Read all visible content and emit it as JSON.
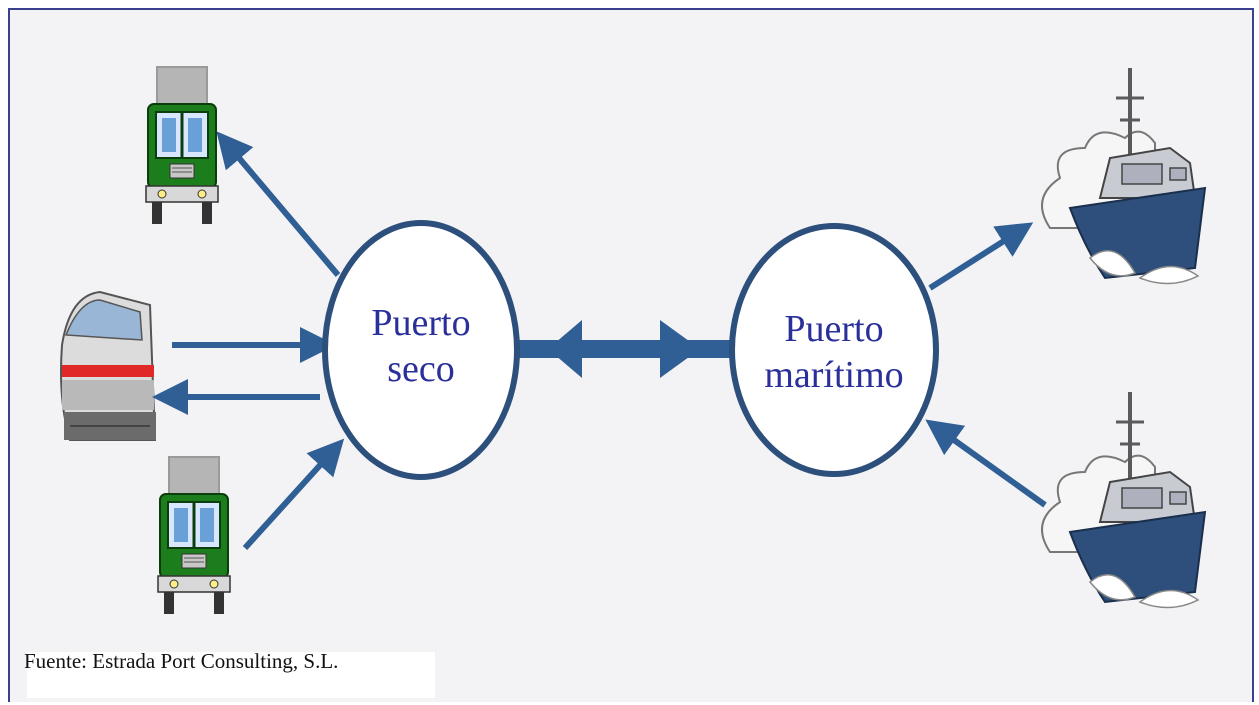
{
  "nodes": {
    "dry_port": {
      "line1": "Puerto",
      "line2": "seco"
    },
    "sea_port": {
      "line1": "Puerto",
      "line2": "marítimo"
    }
  },
  "source": "Fuente: Estrada Port Consulting, S.L.",
  "icons": [
    "truck-icon",
    "train-icon",
    "truck-icon",
    "ship-icon",
    "ship-icon"
  ],
  "colors": {
    "frame": "#3a3f8f",
    "node_stroke": "#2c4f7c",
    "arrow": "#2f5f94",
    "label": "#2a2f9a",
    "ship_hull": "#2e4f7c",
    "truck_cab": "#1c7d1c"
  }
}
